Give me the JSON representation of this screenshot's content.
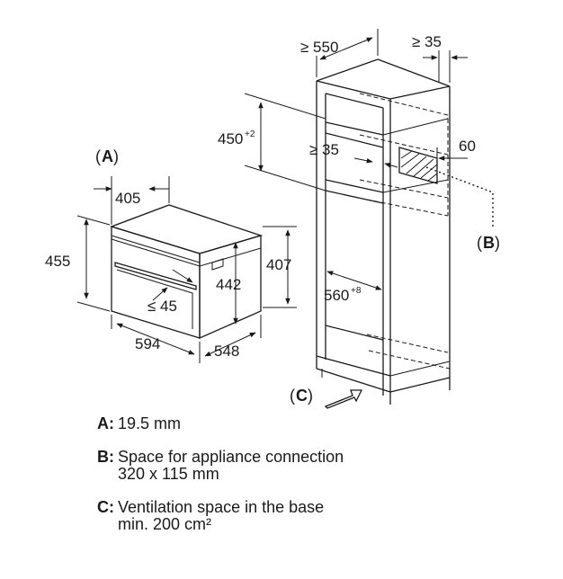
{
  "labels": {
    "A": "A",
    "B": "B",
    "C": "C",
    "paren_open": "(",
    "paren_close": ")"
  },
  "dimensions": {
    "appliance_depth_top": "405",
    "appliance_height": "455",
    "appliance_width": "594",
    "appliance_depth": "548",
    "appliance_inner_height": "442",
    "appliance_right_height": "407",
    "handle_gap": "≤ 45",
    "cabinet_depth": "≥ 550",
    "cabinet_top_gap": "≥ 35",
    "niche_height": "450",
    "niche_height_tolerance": "+2",
    "rear_gap": "≥ 35",
    "side_depth": "60",
    "niche_width": "560",
    "niche_width_tolerance": "+8"
  },
  "legend": [
    {
      "key": "A:",
      "text": "19.5 mm"
    },
    {
      "key": "B:",
      "text": "Space for appliance connection\n320 x 115 mm"
    },
    {
      "key": "C:",
      "text": "Ventilation space in the base\nmin. 200 cm²"
    }
  ]
}
